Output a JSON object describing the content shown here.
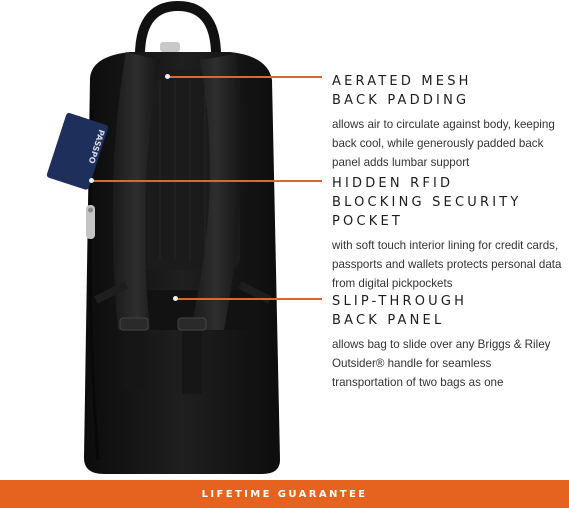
{
  "callouts": [
    {
      "title_line1": "AERATED MESH",
      "title_line2": "BACK PADDING",
      "body": "allows air to circulate against body, keeping back cool, while generously padded back panel adds lumbar support"
    },
    {
      "title_line1": "HIDDEN RFID",
      "title_line2": "BLOCKING SECURITY",
      "title_line3": "POCKET",
      "body": "with soft touch interior lining for credit cards, passports and wallets protects personal data from digital pickpockets"
    },
    {
      "title_line1": "SLIP-THROUGH",
      "title_line2": "BACK PANEL",
      "body": "allows bag to slide over any Briggs & Riley Outsider® handle for seamless transportation of two bags as one"
    }
  ],
  "passport_text": "PASSPO",
  "footer": {
    "label": "LIFETIME GUARANTEE"
  },
  "colors": {
    "accent": "#e5621f",
    "bag": "#141414",
    "passport": "#1f2f5c"
  }
}
